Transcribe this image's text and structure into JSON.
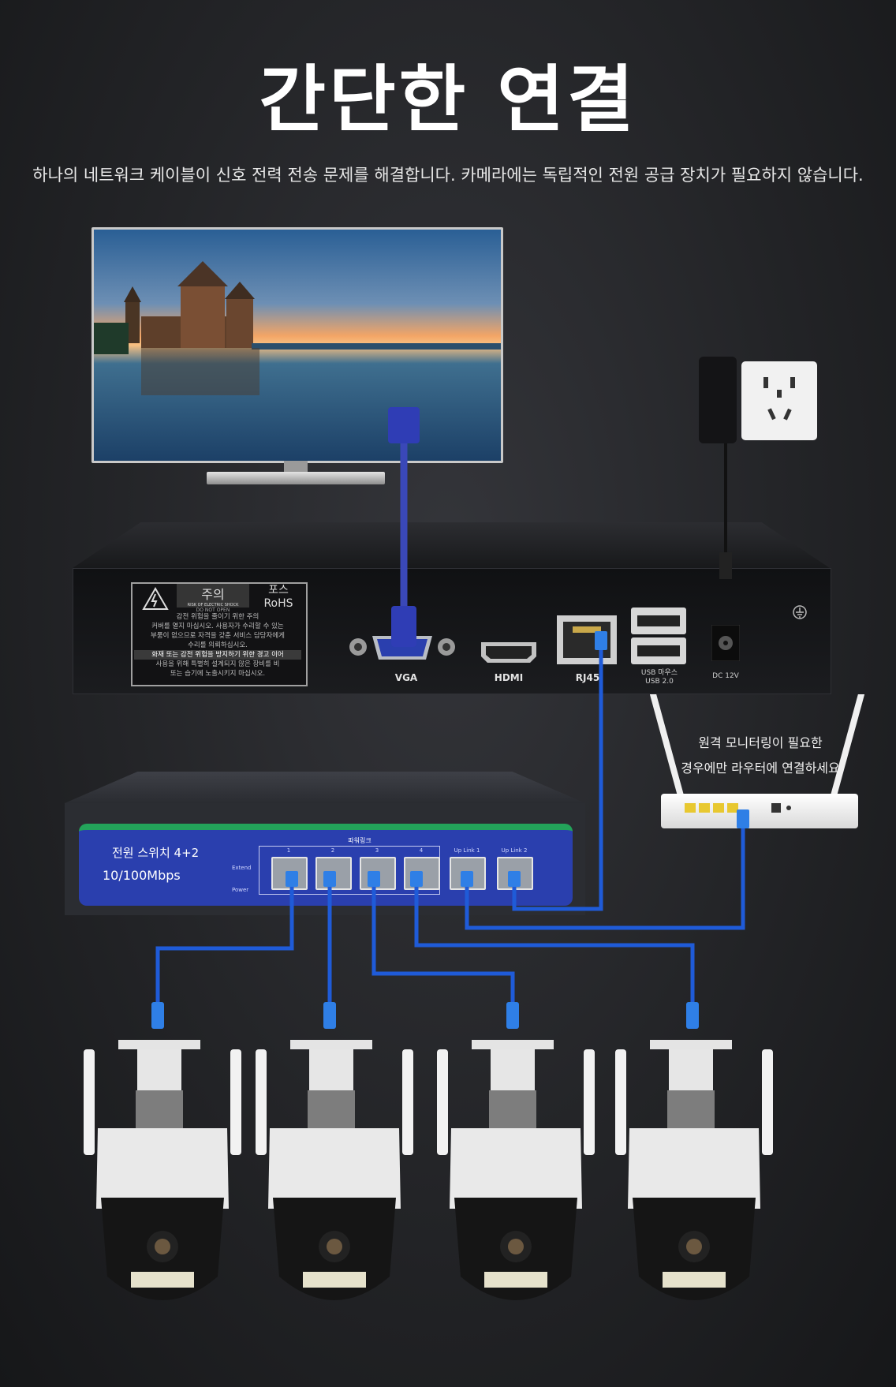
{
  "header": {
    "title": "간단한 연결",
    "subtitle": "하나의 네트워크 케이블이 신호 전력 전송 문제를 해결합니다. 카메라에는 독립적인 전원 공급 장치가 필요하지 않습니다."
  },
  "nvr": {
    "warning_title": "주의",
    "warning_sub1": "RISK OF ELECTRIC SHOCK",
    "warning_sub2": "DO NOT OPEN",
    "rohs_line1": "포스",
    "rohs_line2": "RoHS",
    "warning_line1": "감전 위험을 줄이기 위한 주의",
    "warning_line2": "커버를 열지 마십시오. 사용자가 수리할 수 있는",
    "warning_line3": "부품이 없으므로 자격을 갖춘 서비스 담당자에게",
    "warning_line4": "수리를 의뢰하십시오.",
    "warning_line5": "화재 또는 감전 위험을 방지하기 위한 경고 이어",
    "warning_line6": "사용을 위해 특별히 설계되지 않은 장비를 비",
    "warning_line7": "또는 습기에 노출시키지 마십시오.",
    "ports": {
      "vga": "VGA",
      "hdmi": "HDMI",
      "rj45": "RJ45",
      "usb_line1": "USB 마우스",
      "usb_line2": "USB 2.0",
      "dc": "DC 12V"
    }
  },
  "router": {
    "note_line1": "원격 모니터링이 필요한",
    "note_line2": "경우에만 라우터에 연결하세요"
  },
  "switch": {
    "name": "전원 스위치 4+2",
    "speed": "10/100Mbps",
    "group_label": "파워링크",
    "extend_label": "Extend",
    "power_label": "Power",
    "ports": [
      "1",
      "2",
      "3",
      "4",
      "Up Link 1",
      "Up Link 2"
    ]
  },
  "colors": {
    "cable_blue": "#1f5bd8",
    "vga_blue": "#2a3fae",
    "switch_green": "#23a35a",
    "background": "#232427"
  },
  "icons": [
    "warning-triangle-icon",
    "ground-icon"
  ]
}
